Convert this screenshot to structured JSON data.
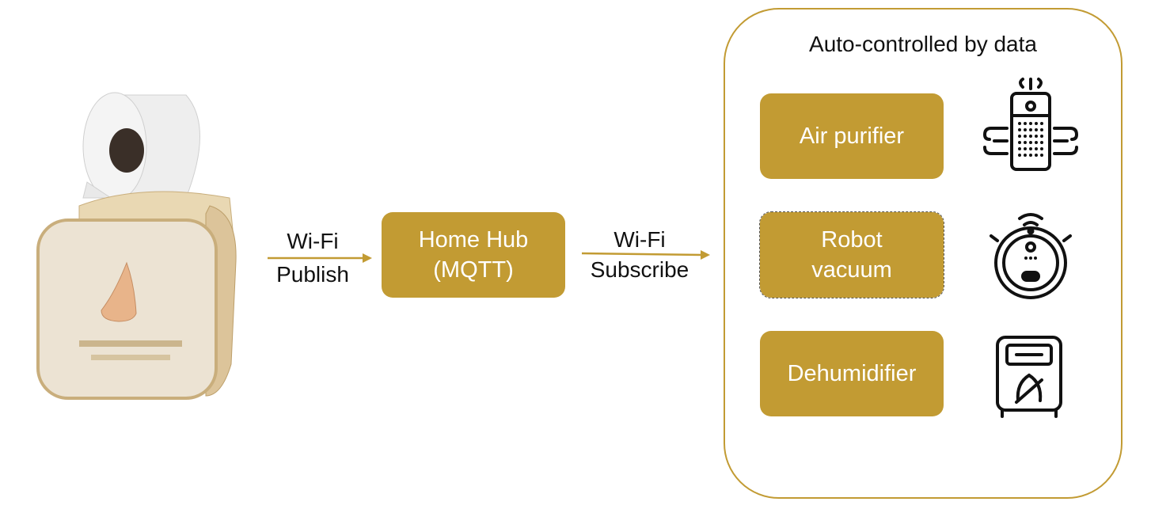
{
  "device_image": {
    "icon": "toilet-paper-sensor-device",
    "colors": {
      "wood": "#e7d3ad",
      "paper": "#f2f2f2",
      "nose": "#e8b48a"
    }
  },
  "arrows": {
    "publish": {
      "line1": "Wi-Fi",
      "line2": "Publish"
    },
    "subscribe": {
      "line1": "Wi-Fi",
      "line2": "Subscribe"
    }
  },
  "hub": {
    "label": "Home Hub\n(MQTT)"
  },
  "group": {
    "title": "Auto-controlled by data",
    "devices": [
      {
        "label": "Air purifier",
        "icon": "air-purifier-icon"
      },
      {
        "label": "Robot\nvacuum",
        "icon": "robot-vacuum-icon"
      },
      {
        "label": "Dehumidifier",
        "icon": "dehumidifier-icon"
      }
    ]
  },
  "colors": {
    "accent": "#C29B33",
    "text": "#111111",
    "box_text": "#ffffff"
  }
}
